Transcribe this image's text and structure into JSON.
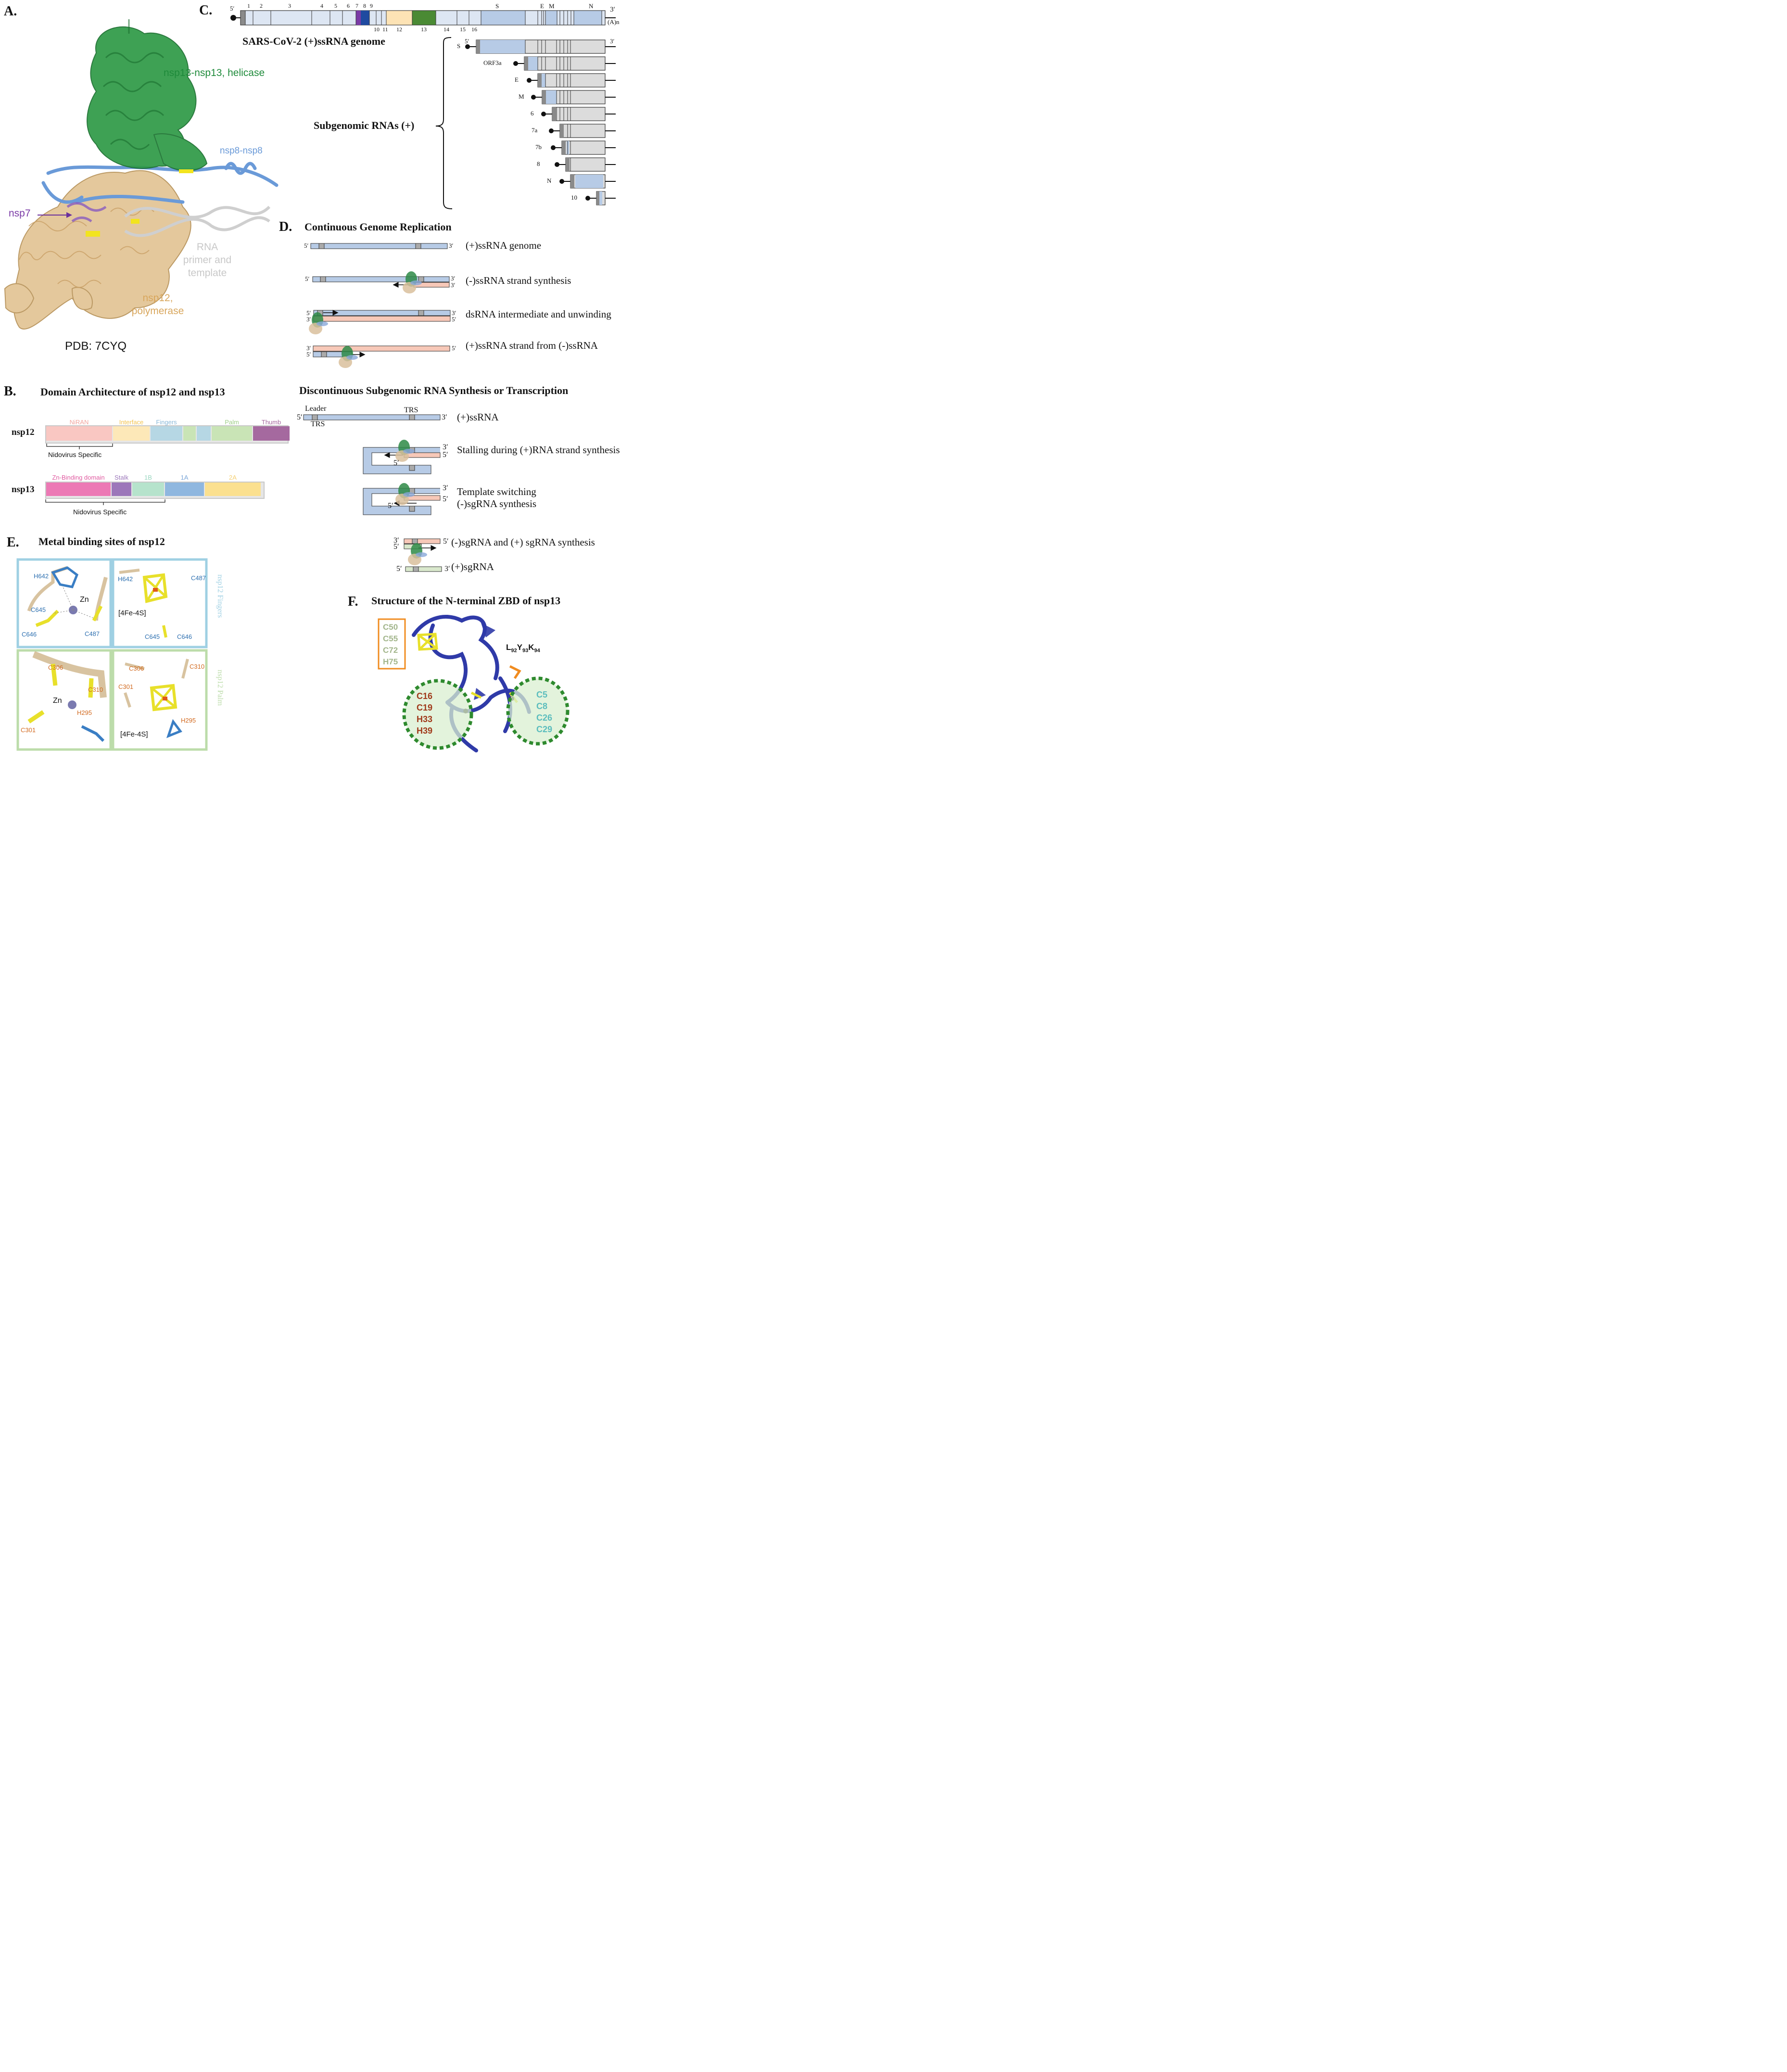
{
  "colors": {
    "helicase_green": "#1e8a3a",
    "nsp8_blue": "#6a9ad8",
    "nsp7_purple": "#7a3aa6",
    "rna_gray": "#c8c8c8",
    "polymerase_tan": "#d8b47c",
    "genome_blue": "#b7cbe6",
    "genome_light": "#dde6f3",
    "neg_strand": "#f7c8b8",
    "sg_green": "#d9e8cc",
    "metal_yellow": "#f0e020",
    "zbd_blue": "#2f3aa8",
    "fingers_box": "#9fd0e3",
    "palm_box": "#bcdcaa"
  },
  "panelA": {
    "letter": "A.",
    "labels": {
      "helicase": "nsp13-nsp13, helicase",
      "nsp8": "nsp8-nsp8",
      "nsp7": "nsp7",
      "rna": [
        "RNA",
        "primer and",
        "template"
      ],
      "polymerase": [
        "nsp12,",
        "polymerase"
      ],
      "pdb": "PDB: 7CYQ"
    }
  },
  "panelB": {
    "letter": "B.",
    "title": "Domain Architecture of nsp12 and nsp13",
    "nsp12": {
      "name": "nsp12",
      "domains": [
        {
          "label": "NiRAN",
          "color": "#f9c7c2",
          "label_color": "#f2a59e"
        },
        {
          "label": "Interface",
          "color": "#fde8b8",
          "label_color": "#f3c34f"
        },
        {
          "label": "Fingers",
          "color": "#b6d7e4",
          "label_color": "#8ab8d8"
        },
        {
          "label": "",
          "color": "#c9e4b6",
          "label_color": ""
        },
        {
          "label": "",
          "color": "#b6d7e4",
          "label_color": ""
        },
        {
          "label": "Palm",
          "color": "#c9e4b6",
          "label_color": "#9fcf89"
        },
        {
          "label": "Thumb",
          "color": "#a5699f",
          "label_color": "#a5699f"
        }
      ],
      "bracket": "Nidovirus Specific"
    },
    "nsp13": {
      "name": "nsp13",
      "domains": [
        {
          "label": "Zn-Binding domain",
          "color": "#ec79b5",
          "label_color": "#e05aa0"
        },
        {
          "label": "Stalk",
          "color": "#9c77ba",
          "label_color": "#9c77ba"
        },
        {
          "label": "1B",
          "color": "#b6e3cc",
          "label_color": "#9ad6c0"
        },
        {
          "label": "1A",
          "color": "#8fb7df",
          "label_color": "#7aa6d8"
        },
        {
          "label": "2A",
          "color": "#fbe08f",
          "label_color": "#f5d073"
        }
      ],
      "bracket": "Nidovirus Specific"
    }
  },
  "panelC": {
    "letter": "C.",
    "genome_label": "SARS-CoV-2 (+)ssRNA genome",
    "five": "5′",
    "three": "3′",
    "polyA": "(A)n",
    "top_numbers": [
      "1",
      "2",
      "3",
      "4",
      "5",
      "6",
      "7",
      "8",
      "9"
    ],
    "bottom_numbers": [
      "10",
      "11",
      "12",
      "13",
      "14",
      "15",
      "16"
    ],
    "structural": [
      "S",
      "E",
      "M",
      "N"
    ],
    "subgenomic_label": "Subgenomic RNAs (+)",
    "sg_five": "5′",
    "sg_three": "3′",
    "sgRNAs": [
      "S",
      "ORF3a",
      "E",
      "M",
      "6",
      "7a",
      "7b",
      "8",
      "N",
      "10"
    ]
  },
  "panelD": {
    "letter": "D.",
    "title1": "Continuous Genome Replication",
    "rows1": [
      "(+)ssRNA genome",
      "(-)ssRNA strand synthesis",
      "dsRNA intermediate and unwinding",
      "(+)ssRNA strand from (-)ssRNA"
    ],
    "title2": "Discontinuous Subgenomic RNA Synthesis or Transcription",
    "rows2": [
      "(+)ssRNA",
      "Stalling during (+)RNA strand synthesis",
      "Template switching",
      "(-)sgRNA synthesis",
      "(-)sgRNA and (+) sgRNA synthesis",
      "(+)sgRNA"
    ],
    "leader": "Leader",
    "trs": "TRS",
    "five": "5′",
    "three": "3′"
  },
  "panelE": {
    "letter": "E.",
    "title": "Metal binding sites of nsp12",
    "fingers_side": "nsp12 Fingers",
    "palm_side": "nsp12 Palm",
    "tl": {
      "ion": "Zn",
      "residues": [
        "H642",
        "C645",
        "C646",
        "C487"
      ]
    },
    "tr": {
      "cluster": "[4Fe-4S]",
      "residues": [
        "H642",
        "C487",
        "C645",
        "C646"
      ]
    },
    "bl": {
      "ion": "Zn",
      "residues": [
        "C306",
        "C310",
        "C301",
        "H295"
      ]
    },
    "br": {
      "cluster": "[4Fe-4S]",
      "residues": [
        "C306",
        "C310",
        "C301",
        "H295"
      ]
    }
  },
  "panelF": {
    "letter": "F.",
    "title": "Structure of the N-terminal ZBD of nsp13",
    "box_residues": [
      "C50",
      "C55",
      "C72",
      "H75"
    ],
    "motif": "L",
    "motif_parts": [
      {
        "aa": "L",
        "n": "92"
      },
      {
        "aa": "Y",
        "n": "93"
      },
      {
        "aa": "K",
        "n": "94"
      }
    ],
    "left_site": [
      "C16",
      "C19",
      "H33",
      "H39"
    ],
    "right_site": [
      "C5",
      "C8",
      "C26",
      "C29"
    ]
  }
}
